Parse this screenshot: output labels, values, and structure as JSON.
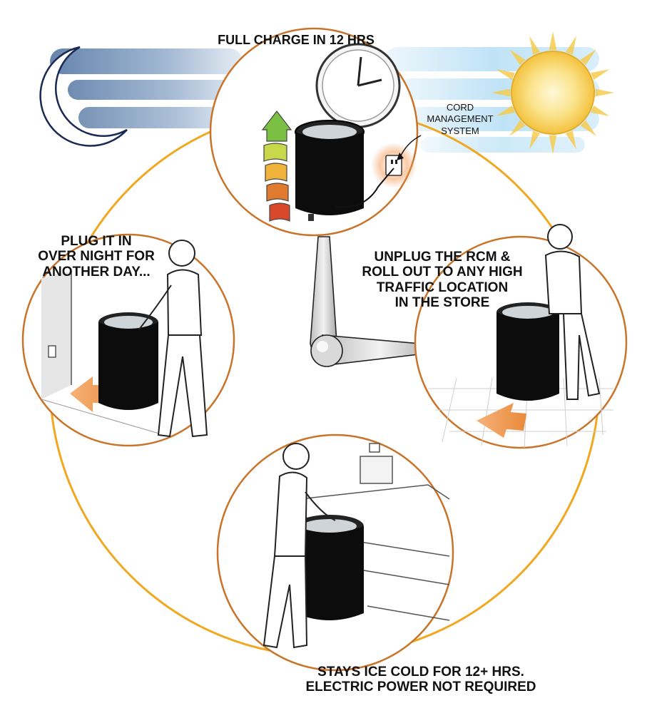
{
  "steps": {
    "charge": {
      "label": "FULL CHARGE IN 12 HRS"
    },
    "cord": {
      "lines": [
        "CORD",
        "MANAGEMENT",
        "SYSTEM"
      ]
    },
    "unplug": {
      "lines": [
        "UNPLUG THE RCM &",
        "ROLL OUT TO ANY HIGH",
        "TRAFFIC LOCATION",
        "IN THE STORE"
      ]
    },
    "cold": {
      "lines": [
        "STAYS ICE COLD FOR 12+ HRS.",
        "ELECTRIC POWER NOT REQUIRED"
      ]
    },
    "plug": {
      "lines": [
        "PLUG IT IN",
        "OVER NIGHT FOR",
        "ANOTHER DAY..."
      ]
    }
  },
  "colors": {
    "ring": "#f0a820",
    "circle_border": "#c8742a",
    "night_sky": "#6f8fb8",
    "day_sky": "#bfe2f7",
    "sun": "#f5c542",
    "cooler": "#0c0c0c",
    "arrow_orange": "#f0a060",
    "meter": [
      "#7bc043",
      "#c9d84a",
      "#f2b33d",
      "#e07a2e",
      "#d9482b"
    ]
  },
  "icons": [
    "moon-icon",
    "sun-icon",
    "clock-icon",
    "charge-meter-icon",
    "wall-outlet-icon",
    "cooler-icon",
    "person-icon",
    "direction-arrow-icon"
  ]
}
